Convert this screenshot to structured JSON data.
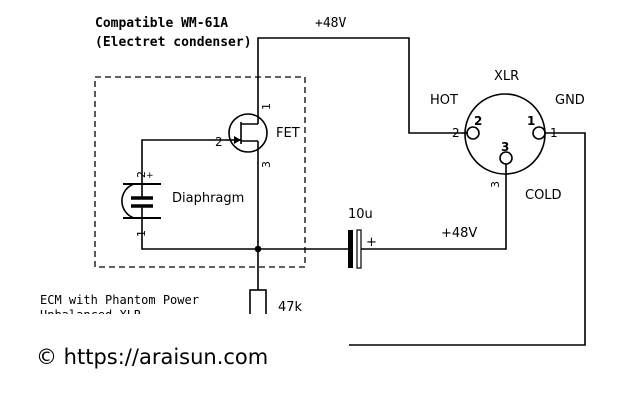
{
  "title": {
    "line1": "Compatible WM-61A",
    "line2": "(Electret condenser)"
  },
  "labels": {
    "plus48_top": "+48V",
    "plus48_mid": "+48V",
    "xlr": "XLR",
    "hot": "HOT",
    "gnd": "GND",
    "cold": "COLD",
    "fet": "FET",
    "diaphragm": "Diaphragm",
    "cap_value": "10u",
    "cap_plus": "+",
    "resistor": "47k",
    "caption_line1": "ECM with Phantom Power",
    "caption_line2": "Unbalanced XLR"
  },
  "pins": {
    "fet_drain": "1",
    "fet_gate": "2",
    "fet_source": "3",
    "mic_pin2": "2",
    "mic_plus": "+",
    "mic_pin1": "1",
    "xlr_pin2_out": "2",
    "xlr_pin2_in": "2",
    "xlr_pin1_in": "1",
    "xlr_pin1_out": "1",
    "xlr_pin3_in": "3",
    "xlr_pin3_out": "3"
  },
  "copyright": "© https://araisun.com"
}
